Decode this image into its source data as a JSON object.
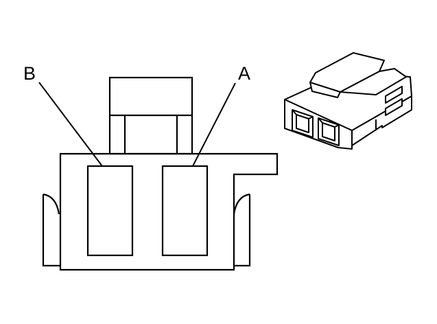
{
  "diagram": {
    "callouts": [
      {
        "id": "B",
        "label": "B"
      },
      {
        "id": "A",
        "label": "A"
      }
    ]
  }
}
